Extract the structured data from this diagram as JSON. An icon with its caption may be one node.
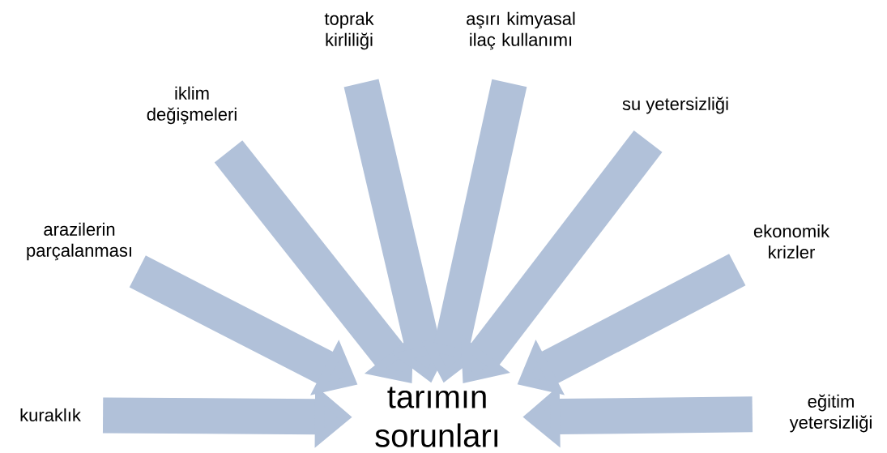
{
  "diagram": {
    "nodes": [
      {
        "text": [
          "tarımın sorunları"
        ]
      },
      {
        "text": [
          "kuraklık"
        ]
      },
      {
        "text": [
          "arazilerin parçalanması"
        ]
      },
      {
        "text": [
          "iklim değişmeleri"
        ]
      },
      {
        "text": [
          "toprak kirliliği"
        ]
      },
      {
        "text": [
          "aşırı kimyasal ilaç kullanımı"
        ]
      },
      {
        "text": [
          "su yetersizliği"
        ]
      },
      {
        "text": [
          "ekonomik krizler"
        ]
      },
      {
        "text": [
          "eğitim yetersizliği"
        ]
      }
    ],
    "edges": [
      {
        "from": 1,
        "to": 0,
        "arrow": "to"
      },
      {
        "from": 2,
        "to": 0,
        "arrow": "to"
      },
      {
        "from": 3,
        "to": 0,
        "arrow": "to"
      },
      {
        "from": 4,
        "to": 0,
        "arrow": "to"
      },
      {
        "from": 5,
        "to": 0,
        "arrow": "to"
      },
      {
        "from": 6,
        "to": 0,
        "arrow": "to"
      },
      {
        "from": 7,
        "to": 0,
        "arrow": "to"
      },
      {
        "from": 8,
        "to": 0,
        "arrow": "to"
      }
    ]
  }
}
